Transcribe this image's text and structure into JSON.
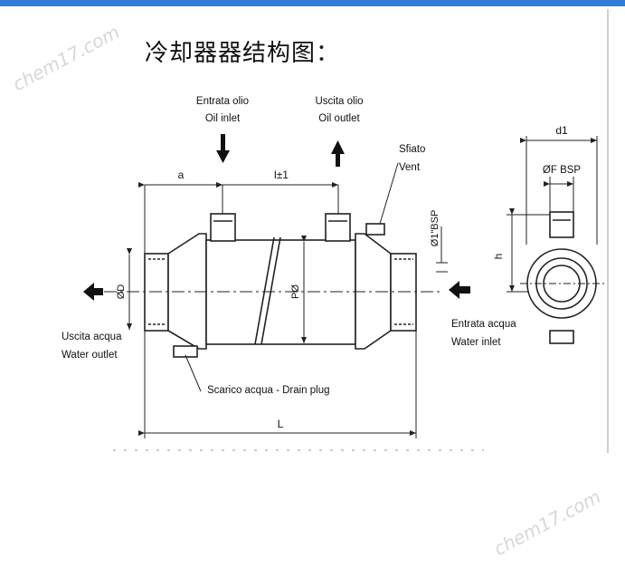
{
  "title": "冷却器器结构图：",
  "watermark": "chem17.com",
  "labels": {
    "oil_inlet_it": "Entrata olio",
    "oil_inlet_en": "Oil inlet",
    "oil_outlet_it": "Uscita olio",
    "oil_outlet_en": "Oil outlet",
    "vent_it": "Sfiato",
    "vent_en": "Vent",
    "water_outlet_it": "Uscita acqua",
    "water_outlet_en": "Water outlet",
    "water_inlet_it": "Entrata acqua",
    "water_inlet_en": "Water inlet",
    "drain": "Scarico acqua - Drain plug"
  },
  "dimensions": {
    "a": "a",
    "l_tol": "l±1",
    "L": "L",
    "d1": "d1",
    "F_bsp": "ØF BSP",
    "h": "h",
    "D": "ØD",
    "P": "PØ",
    "bsp_1": "Ø1\"BSP"
  },
  "colors": {
    "accent": "#2f7fd6",
    "line": "#222222"
  }
}
